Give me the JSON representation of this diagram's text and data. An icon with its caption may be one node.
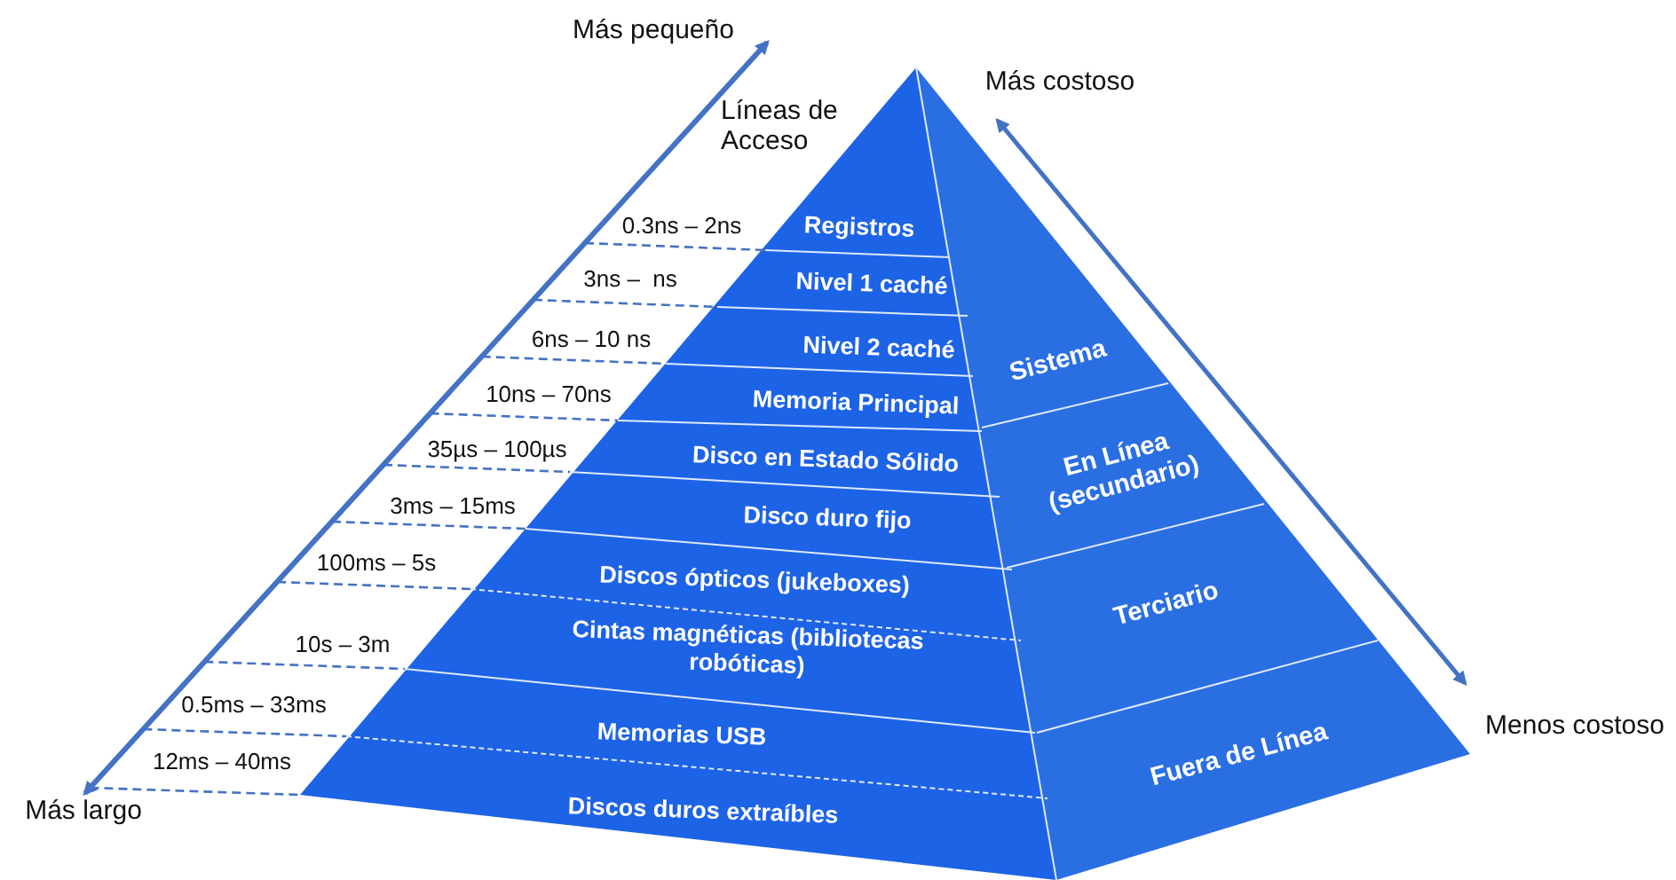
{
  "diagram": {
    "labels": [
      "Más pequeño",
      "Más costoso",
      "Líneas de Acceso",
      "0.3ns – 2ns",
      "Registros",
      "3ns –  ns",
      "Nivel 1 caché",
      "6ns – 10 ns",
      "Nivel 2 caché",
      "Sistema",
      "10ns – 70ns",
      "Memoria Principal",
      "35µs – 100µs",
      "Disco en Estado Sólido",
      "En Línea (secundario)",
      "3ms – 15ms",
      "Disco duro fijo",
      "100ms – 5s",
      "Discos ópticos (jukeboxes)",
      "Terciario",
      "10s – 3m",
      "Cintas magnéticas (bibliotecas robóticas)",
      "Menos costoso",
      "0.5ms – 33ms",
      "Memorias USB",
      "Fuera de Línea",
      "12ms – 40ms",
      "Más largo",
      "Discos duros extraíbles"
    ]
  }
}
